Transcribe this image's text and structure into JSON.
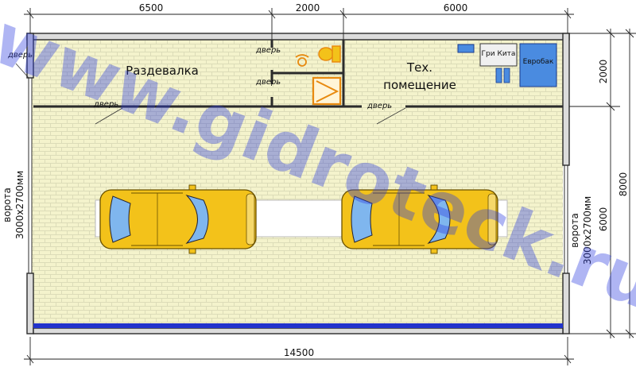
{
  "dimensions": {
    "top": [
      "6500",
      "2000",
      "6000"
    ],
    "bottom": "14500",
    "right_upper": "2000",
    "right_lower": "6000",
    "right_total": "8000"
  },
  "rooms": {
    "changing_room": "Раздевалка",
    "tech_room_line1": "Тех.",
    "tech_room_line2": "помещение"
  },
  "doors": {
    "label": "дверь"
  },
  "equipment": {
    "boiler_label": "Гри Кита",
    "tank_label": "Евробак"
  },
  "gates": {
    "left_line1": "ворота",
    "left_line2": "3000х2700мм",
    "right_line1": "ворота",
    "right_line2": "3000х2700мм"
  },
  "watermark": "www.gidroteck.ru",
  "colors": {
    "wall": "#2b2b2b",
    "floor": "#f4f3cc",
    "car_body": "#f3c21a",
    "car_glass": "#7fb6ee",
    "fixture": "#e88a10",
    "equipment_blue": "#4a8be0",
    "floor_stripe": "#2233cc",
    "watermark": "#2f3fe0"
  }
}
